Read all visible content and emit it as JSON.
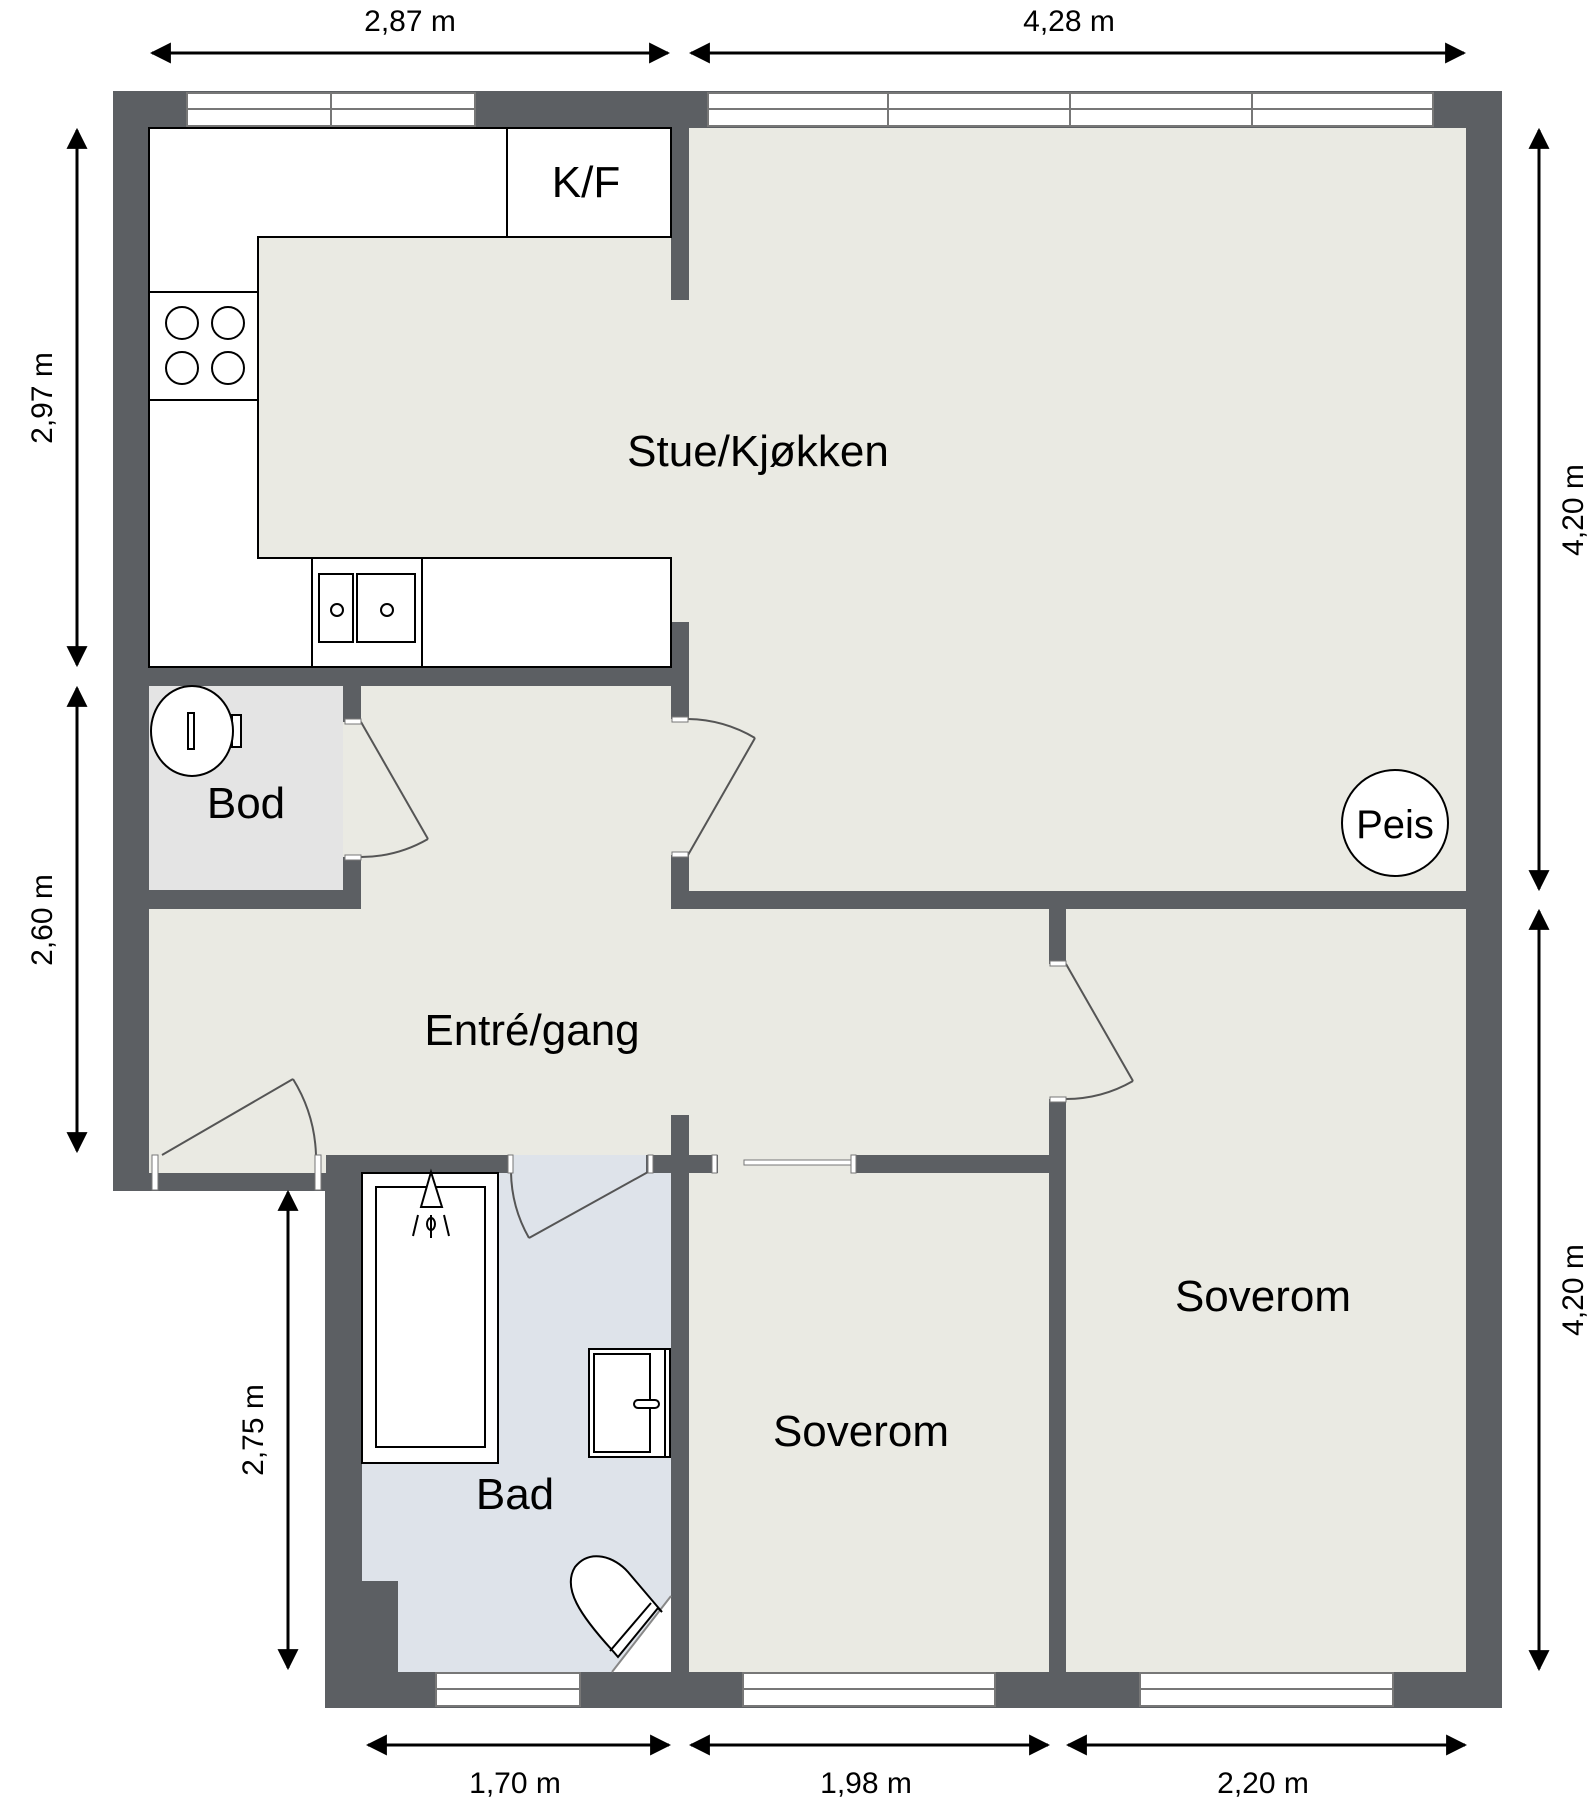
{
  "title": "Floor plan",
  "colors": {
    "wall": "#5c5f63",
    "floor": "#eaeae3",
    "bod_floor": "#e4e4e4",
    "bad_floor": "#dee3ea",
    "fixture": "#ffffff",
    "dimension": "#000000"
  },
  "rooms": {
    "kf": {
      "label": "K/F"
    },
    "stue": {
      "label": "Stue/Kjøkken"
    },
    "bod": {
      "label": "Bod"
    },
    "entre": {
      "label": "Entré/gang"
    },
    "bad": {
      "label": "Bad"
    },
    "soverom1": {
      "label": "Soverom"
    },
    "soverom2": {
      "label": "Soverom"
    },
    "peis": {
      "label": "Peis"
    }
  },
  "dimensions": {
    "top": [
      {
        "label": "2,87 m"
      },
      {
        "label": "4,28 m"
      }
    ],
    "left": [
      {
        "label": "2,97 m"
      },
      {
        "label": "2,60 m"
      },
      {
        "label": "2,75 m"
      }
    ],
    "right": [
      {
        "label": "4,20 m"
      },
      {
        "label": "4,20 m"
      }
    ],
    "bottom": [
      {
        "label": "1,70 m"
      },
      {
        "label": "1,98 m"
      },
      {
        "label": "2,20 m"
      }
    ]
  }
}
